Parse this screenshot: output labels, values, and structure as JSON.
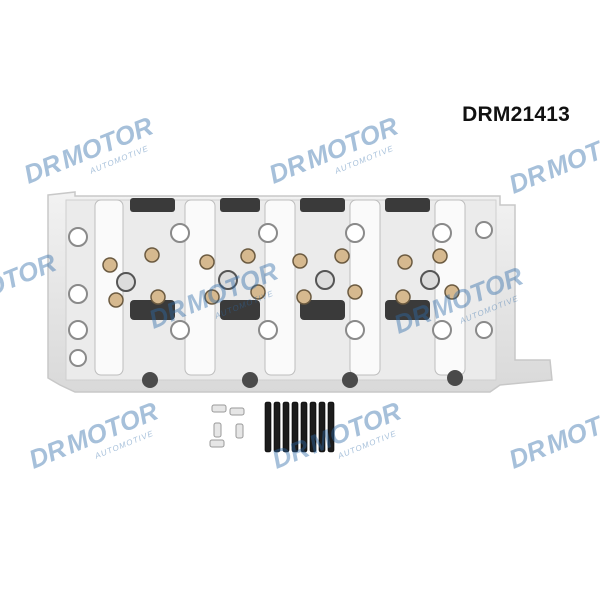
{
  "product": {
    "part_number": "DRM21413"
  },
  "watermark": {
    "brand_left": "DR",
    "brand_right": "MOTOR",
    "tagline": "AUTOMOTIVE",
    "color": "#2d6aa8"
  }
}
